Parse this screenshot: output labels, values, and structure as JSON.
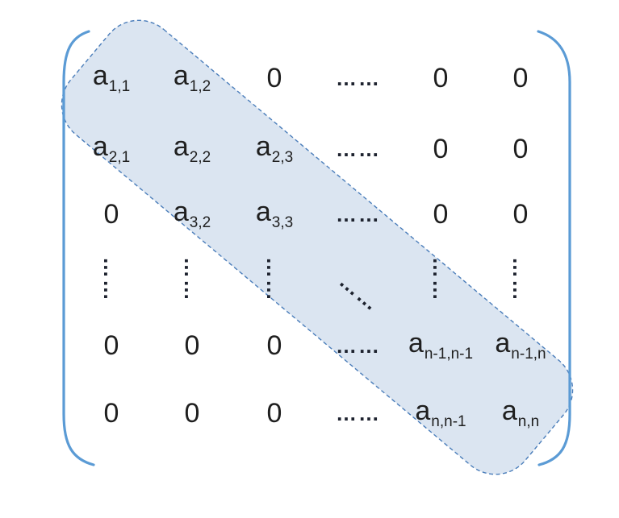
{
  "colors": {
    "band_fill": "#dbe5f1",
    "band_border": "#4a7dba",
    "bracket": "#5b9bd5",
    "text": "#1f1f1f"
  },
  "matrix": {
    "rows": [
      {
        "cells": [
          {
            "base": "a",
            "sub": "1,1"
          },
          {
            "base": "a",
            "sub": "1,2"
          },
          {
            "base": "0"
          },
          {
            "base": "……"
          },
          {
            "base": "0"
          },
          {
            "base": "0"
          }
        ]
      },
      {
        "cells": [
          {
            "base": "a",
            "sub": "2,1"
          },
          {
            "base": "a",
            "sub": "2,2"
          },
          {
            "base": "a",
            "sub": "2,3"
          },
          {
            "base": "……"
          },
          {
            "base": "0"
          },
          {
            "base": "0"
          }
        ]
      },
      {
        "cells": [
          {
            "base": "0"
          },
          {
            "base": "a",
            "sub": "3,2"
          },
          {
            "base": "a",
            "sub": "3,3"
          },
          {
            "base": "……"
          },
          {
            "base": "0"
          },
          {
            "base": "0"
          }
        ]
      },
      {
        "cells": [
          {
            "base": "……"
          },
          {
            "base": "……"
          },
          {
            "base": "……"
          },
          {
            "base": "……"
          },
          {
            "base": "……"
          },
          {
            "base": "……"
          }
        ]
      },
      {
        "cells": [
          {
            "base": "0"
          },
          {
            "base": "0"
          },
          {
            "base": "0"
          },
          {
            "base": "……"
          },
          {
            "base": "a",
            "sub": "n-1,n-1"
          },
          {
            "base": "a",
            "sub": "n-1,n"
          }
        ]
      },
      {
        "cells": [
          {
            "base": "0"
          },
          {
            "base": "0"
          },
          {
            "base": "0"
          },
          {
            "base": "……"
          },
          {
            "base": "a",
            "sub": "n,n-1"
          },
          {
            "base": "a",
            "sub": "n,n"
          }
        ]
      }
    ]
  }
}
